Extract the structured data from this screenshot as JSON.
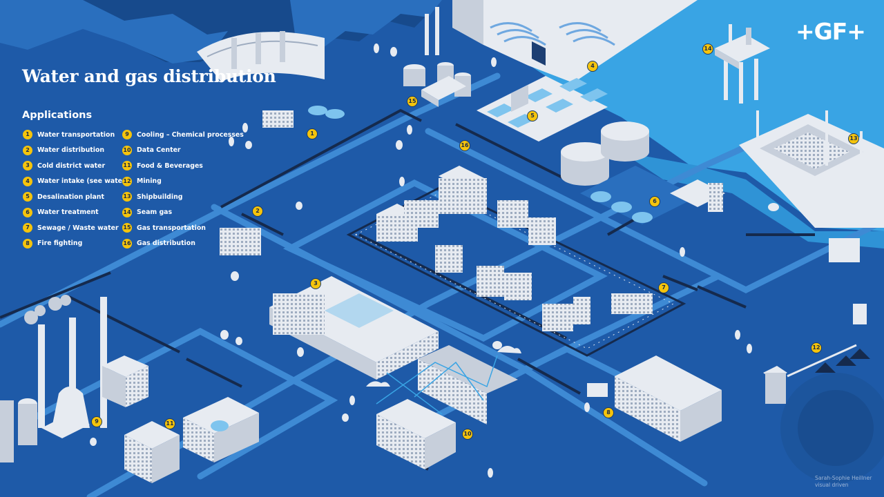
{
  "title": "Water and gas distribution",
  "subtitle": "Applications",
  "logo": "+GF+",
  "credit": {
    "line1": "Sarah-Sophie Heillner",
    "line2": "visual driven"
  },
  "colors": {
    "accent": "#f5c40c",
    "background": "#1e5aa8",
    "sea": "#39a4e4",
    "road": "#3e8ad4",
    "building": "#e7ebf1",
    "pipe": "#152a4d"
  },
  "applications": [
    {
      "num": "1",
      "label": "Water transportation"
    },
    {
      "num": "2",
      "label": "Water distribution"
    },
    {
      "num": "3",
      "label": "Cold district water"
    },
    {
      "num": "4",
      "label": "Water intake (see water)"
    },
    {
      "num": "5",
      "label": "Desalination plant"
    },
    {
      "num": "6",
      "label": "Water treatment"
    },
    {
      "num": "7",
      "label": "Sewage / Waste water"
    },
    {
      "num": "8",
      "label": "Fire fighting"
    },
    {
      "num": "9",
      "label": "Cooling – Chemical processes"
    },
    {
      "num": "10",
      "label": "Data Center"
    },
    {
      "num": "11",
      "label": "Food & Beverages"
    },
    {
      "num": "12",
      "label": "Mining"
    },
    {
      "num": "13",
      "label": "Shipbuilding"
    },
    {
      "num": "14",
      "label": "Seam gas"
    },
    {
      "num": "15",
      "label": "Gas transportation"
    },
    {
      "num": "16",
      "label": "Gas distribution"
    }
  ],
  "map_markers": [
    {
      "num": "1"
    },
    {
      "num": "2"
    },
    {
      "num": "3"
    },
    {
      "num": "4"
    },
    {
      "num": "5"
    },
    {
      "num": "6"
    },
    {
      "num": "7"
    },
    {
      "num": "8"
    },
    {
      "num": "9"
    },
    {
      "num": "10"
    },
    {
      "num": "11"
    },
    {
      "num": "12"
    },
    {
      "num": "13"
    },
    {
      "num": "14"
    },
    {
      "num": "15"
    },
    {
      "num": "16"
    }
  ]
}
